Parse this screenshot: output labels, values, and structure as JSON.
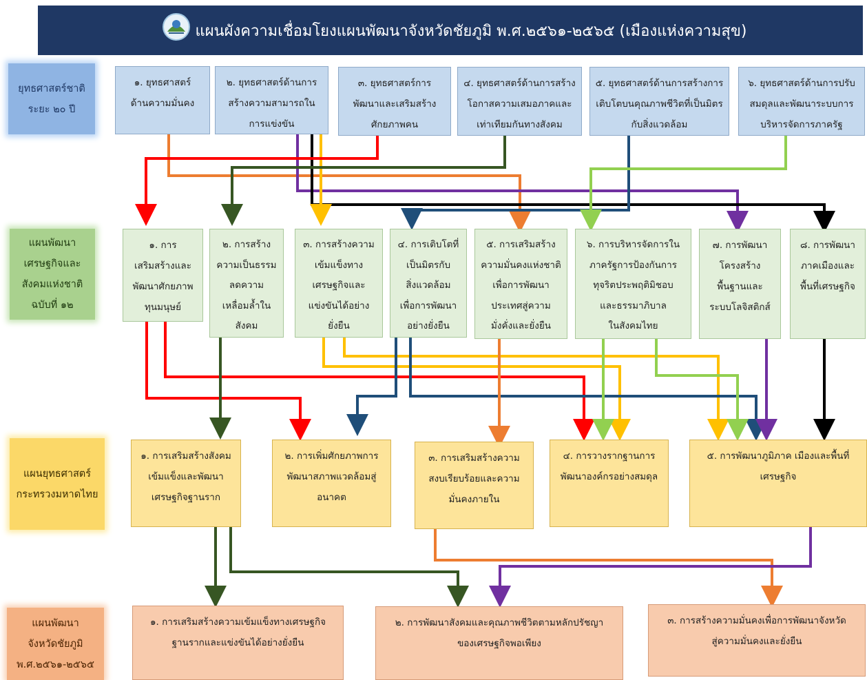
{
  "title": "แผนผังความเชื่อมโยงแผนพัฒนาจังหวัดชัยภูมิ พ.ศ.๒๕๖๑-๒๕๖๕ (เมืองแห่งความสุข)",
  "row_labels": {
    "national_strategy": "ยุทธศาสตร์ชาติ\nระยะ ๒๐ ปี",
    "nesdp": "แผนพัฒนา\nเศรษฐกิจและ\nสังคมแห่งชาติ\nฉบับที่ ๑๒",
    "moi_plan": "แผนยุทธศาสตร์\nกระทรวงมหาดไทย",
    "province_plan": "แผนพัฒนา\nจังหวัดชัยภูมิ\nพ.ศ.๒๕๖๑-๒๕๖๕"
  },
  "national_strategies": [
    "๑. ยุทธศาสตร์\nด้านความมั่นคง",
    "๒. ยุทธศาสตร์ด้านการ\nสร้างความสามารถใน\nการแข่งขัน",
    "๓. ยุทธศาสตร์การ\nพัฒนาและเสริมสร้าง\nศักยภาพคน",
    "๔. ยุทธศาสตร์ด้านการสร้าง\nโอกาสความเสมอภาคและ\nเท่าเทียมกันทางสังคม",
    "๕. ยุทธศาสตร์ด้านการสร้างการ\nเติบโตบนคุณภาพชีวิตที่เป็นมิตร\nกับสิ่งแวดล้อม",
    "๖. ยุทธศาสตร์ด้านการปรับ\nสมดุลและพัฒนาระบบการ\nบริหารจัดการภาครัฐ"
  ],
  "nesdp_strategies": [
    "๑. การ\nเสริมสร้างและ\nพัฒนาศักยภาพ\nทุนมนุษย์",
    "๒. การสร้าง\nความเป็นธรรม\nลดความ\nเหลื่อมล้ำใน\nสังคม",
    "๓. การสร้างความ\nเข้มแข็งทาง\nเศรษฐกิจและ\nแข่งขันได้อย่าง\nยั่งยืน",
    "๔. การเติบโตที่\nเป็นมิตรกับ\nสิ่งแวดล้อม\nเพื่อการพัฒนา\nอย่างยั่งยืน",
    "๕. การเสริมสร้าง\nความมั่นคงแห่งชาติ\nเพื่อการพัฒนา\nประเทศสู่ความ\nมั่งคั่งและยั่งยืน",
    "๖. การบริหารจัดการใน\nภาครัฐการป้องกันการ\nทุจริตประพฤติมิชอบ\nและธรรมาภิบาล\nในสังคมไทย",
    "๗. การพัฒนา\nโครงสร้าง\nพื้นฐานและ\nระบบโลจิสติกส์",
    "๘. การพัฒนา\nภาคเมืองและ\nพื้นที่เศรษฐกิจ"
  ],
  "moi_strategies": [
    "๑. การเสริมสร้างสังคม\nเข้มแข็งและพัฒนา\nเศรษฐกิจฐานราก",
    "๒. การเพิ่มศักยภาพการ\nพัฒนาสภาพแวดล้อมสู่\nอนาคต",
    "๓. การเสริมสร้างความ\nสงบเรียบร้อยและความ\nมั่นคงภายใน",
    "๔. การวางรากฐานการ\nพัฒนาองค์กรอย่างสมดุล",
    "๕. การพัฒนาภูมิภาค เมืองและพื้นที่\nเศรษฐกิจ"
  ],
  "province_strategies": [
    "๑. การเสริมสร้างความเข้มแข็งทางเศรษฐกิจ\nฐานรากและแข่งขันได้อย่างยั่งยืน",
    "๒. การพัฒนาสังคมและคุณภาพชีวิตตามหลักปรัชญา\nของเศรษฐกิจพอเพียง",
    "๓. การสร้างความมั่นคงเพื่อการพัฒนาจังหวัด\nสู่ความมั่นคงและยั่งยืน"
  ],
  "colors": {
    "title_bg": "#1f3864",
    "red": "#ff0000",
    "orange": "#ed7d31",
    "purple": "#7030a0",
    "black": "#000000",
    "yellow": "#ffc000",
    "dark_green": "#375623",
    "navy": "#1f4e79",
    "light_green": "#92d050"
  }
}
